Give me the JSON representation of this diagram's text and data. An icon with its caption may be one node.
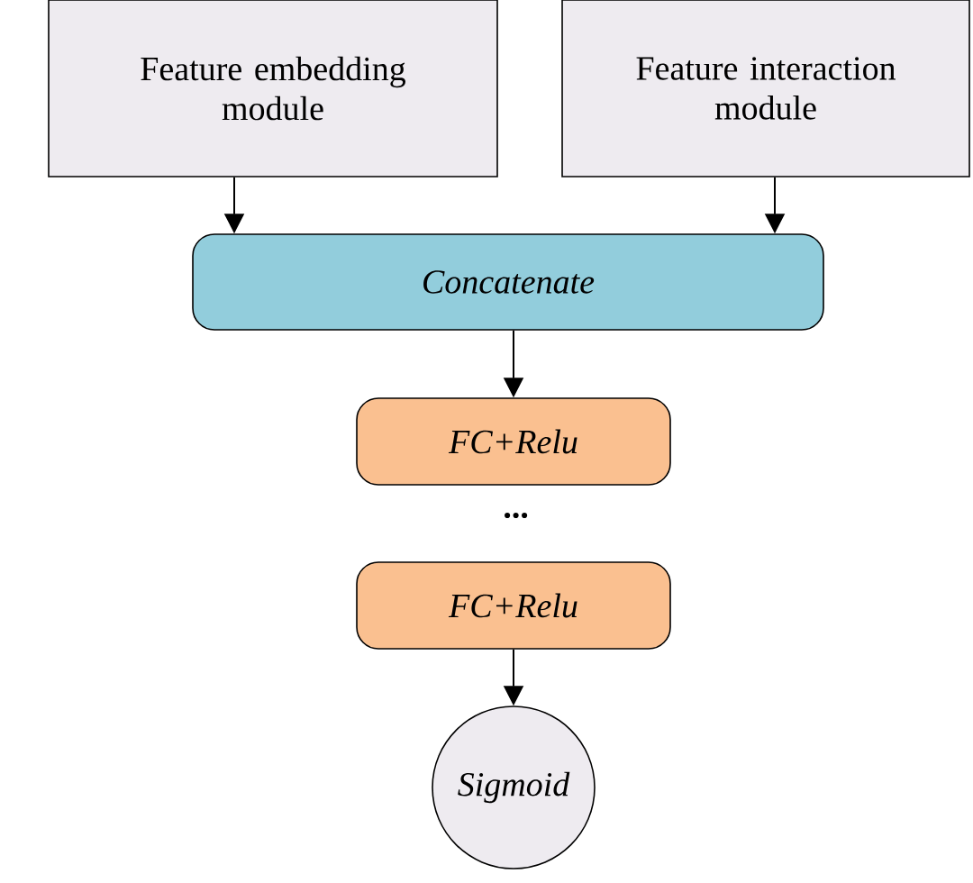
{
  "diagram": {
    "nodes": [
      {
        "text": [
          "Feature embedding module"
        ]
      },
      {
        "text": [
          "Feature interaction module"
        ]
      },
      {
        "text": [
          "Concatenate"
        ]
      },
      {
        "text": [
          "FC+Relu"
        ]
      },
      {
        "text": [
          "FC+Relu"
        ]
      },
      {
        "text": [
          "Sigmoid"
        ]
      }
    ],
    "edges": [
      {
        "from": 0,
        "to": 2,
        "arrow": "to"
      },
      {
        "from": 1,
        "to": 2,
        "arrow": "to"
      },
      {
        "from": 2,
        "to": 3,
        "arrow": "to"
      },
      {
        "from": 4,
        "to": 5,
        "arrow": "to"
      }
    ],
    "labels": [
      "..."
    ]
  }
}
